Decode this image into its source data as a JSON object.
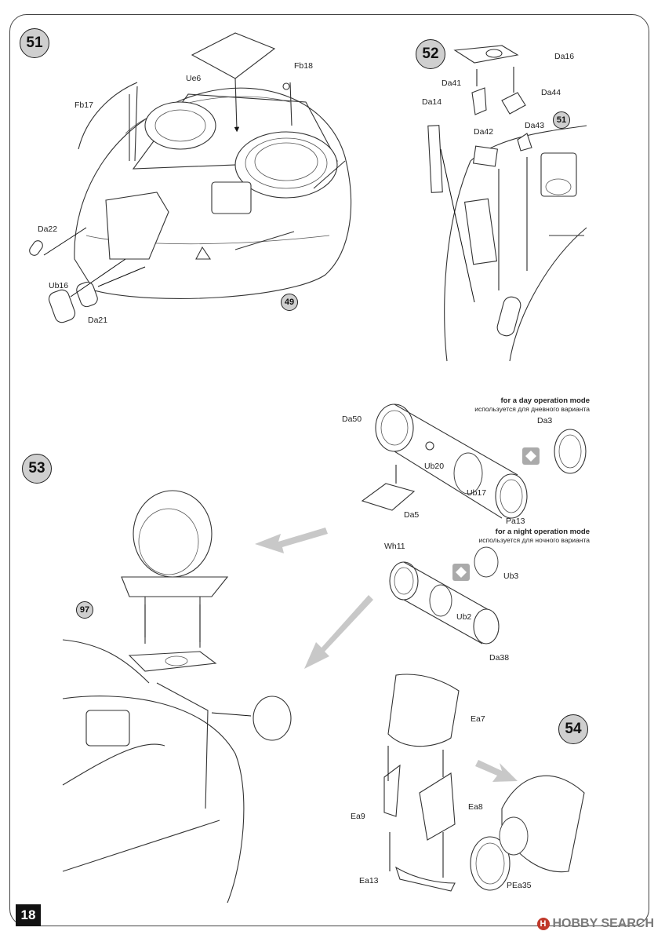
{
  "page": {
    "number": "18"
  },
  "steps": {
    "s51": "51",
    "s52": "52",
    "s53": "53",
    "s54": "54"
  },
  "refs": {
    "r49": "49",
    "r51": "51",
    "r97": "97"
  },
  "labels": {
    "ue6": "Ue6",
    "fb18": "Fb18",
    "fb17": "Fb17",
    "da22": "Da22",
    "ub16": "Ub16",
    "da21": "Da21",
    "da16": "Da16",
    "da41": "Da41",
    "da44": "Da44",
    "da14": "Da14",
    "da42": "Da42",
    "da43": "Da43",
    "da50": "Da50",
    "da3": "Da3",
    "ub20": "Ub20",
    "ub17": "Ub17",
    "da5": "Da5",
    "pa13": "Pa13",
    "wh11": "Wh11",
    "ub3": "Ub3",
    "ub2": "Ub2",
    "da38": "Da38",
    "ea7": "Ea7",
    "ea8": "Ea8",
    "ea9": "Ea9",
    "ea13": "Ea13",
    "pea35": "PEa35"
  },
  "notes": {
    "day_en": "for a day operation mode",
    "day_ru": "используется для дневного варианта",
    "night_en": "for a night operation mode",
    "night_ru": "используется для ночного варианта"
  },
  "watermark": {
    "text": "HOBBY SEARCH",
    "mark": "H"
  }
}
